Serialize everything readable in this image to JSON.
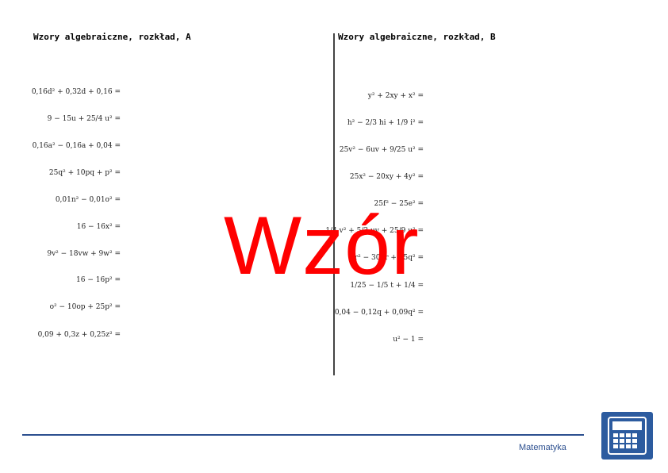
{
  "page": {
    "left_title": "Wzory algebraiczne, rozkład, A",
    "right_title": "Wzory algebraiczne, rozkład, B",
    "watermark": "Wzór",
    "footer_text": "Matematyka",
    "footer_icon": "calculator-icon",
    "accent_color": "#2c4f8f",
    "watermark_color": "#ff0000"
  },
  "left_equations": [
    "0,16d² + 0,32d + 0,16 =",
    "9 − 15u + 25/4 u² =",
    "0,16a² − 0,16a + 0,04 =",
    "25q² + 10pq + p² =",
    "0,01n² − 0,01o² =",
    "16 − 16x² =",
    "9v² − 18vw + 9w² =",
    "16 − 16p² =",
    "o² − 10op + 25p² =",
    "0,09 + 0,3z + 0,25z² ="
  ],
  "right_equations": [
    "y² + 2xy + x² =",
    "h² − 2/3 hi + 1/9 i² =",
    "25v² − 6uv + 9/25 u² =",
    "25x² − 20xy + 4y² =",
    "25f² − 25e² =",
    "1/4 v² + 5/3 uv + 25/9 u² =",
    "9r² − 30qr + 25q² =",
    "1/25 − 1/5 t + 1/4 =",
    "0,04 − 0,12q + 0,09q² =",
    "u² − 1 ="
  ]
}
